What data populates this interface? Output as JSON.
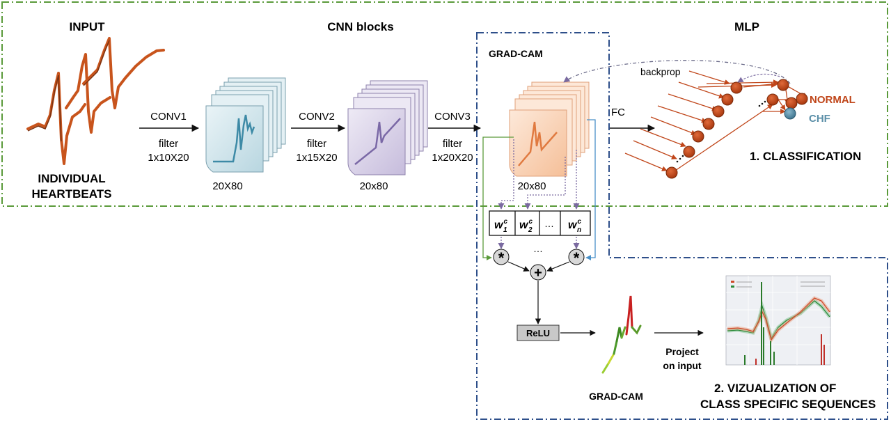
{
  "headers": {
    "input": "INPUT",
    "cnn": "CNN blocks",
    "mlp": "MLP",
    "gradcam_box": "GRAD-CAM"
  },
  "input": {
    "caption_line1": "INDIVIDUAL",
    "caption_line2": "HEARTBEATS"
  },
  "convs": [
    {
      "name": "CONV1",
      "filter": "filter",
      "size": "1x10X20",
      "output": "20X80"
    },
    {
      "name": "CONV2",
      "filter": "filter",
      "size": "1x15X20",
      "output": "20x80"
    },
    {
      "name": "CONV3",
      "filter": "filter",
      "size": "1x20X20",
      "output": "20x80"
    }
  ],
  "mlp": {
    "fc": "FC",
    "backprop": "backprop",
    "class_normal": "NORMAL",
    "class_chf": "CHF",
    "classification": "1. CLASSIFICATION"
  },
  "gradcam": {
    "weights": [
      "w",
      "w",
      "…",
      "w"
    ],
    "weight_superscript": "c",
    "weight_subscripts": [
      "1",
      "2",
      "",
      "n"
    ],
    "mult_symbol": "*",
    "sum_symbol": "+",
    "dots": "…",
    "relu": "ReLU",
    "map_label": "GRAD-CAM",
    "project_line1": "Project",
    "project_line2": "on input"
  },
  "visualization": {
    "line1": "2. VIZUALIZATION OF",
    "line2": "CLASS SPECIFIC SEQUENCES"
  },
  "colors": {
    "green_frame": "#5a9a3a",
    "blue_frame": "#2e4f8a",
    "ecg": "#c8541c",
    "neuron": "#c0461a",
    "chf": "#5b8fa8",
    "normal_text": "#c0461a",
    "chf_text": "#5b8fa8",
    "arrow_purple": "#7a6aa0",
    "conv1_fill": "#d8e8ee",
    "conv2_fill": "#ddd6ea",
    "conv3_fill": "#f8d8c0"
  }
}
